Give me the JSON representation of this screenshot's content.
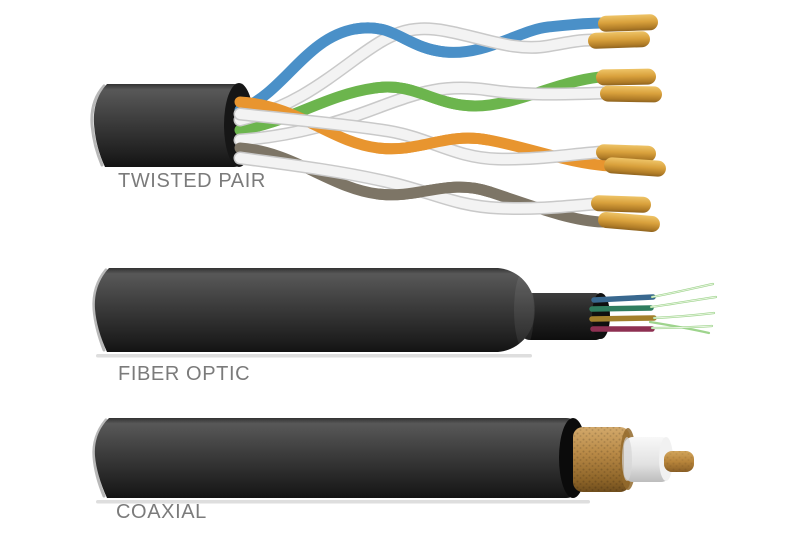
{
  "cables": {
    "twisted_pair": {
      "label": "TWISTED PAIR",
      "pairs": [
        "blue-white",
        "green-white",
        "orange-white",
        "brown-white"
      ],
      "tips": "gold stripped contact tips"
    },
    "fiber_optic": {
      "label": "FIBER OPTIC",
      "buffer_tubes": [
        "blue",
        "teal",
        "gold",
        "maroon"
      ],
      "strands": "light green fiber strands"
    },
    "coaxial": {
      "label": "COAXIAL",
      "layers": [
        "black-jacket",
        "braid-shield",
        "white-dielectric",
        "copper-core"
      ]
    }
  },
  "colors": {
    "label-text": "#7b7b7b",
    "jacket-dark": "#1a1a1a",
    "wire-blue": "#4a90c8",
    "wire-green": "#6cb54d",
    "wire-orange": "#e8952f",
    "wire-brown": "#7d7566",
    "wire-white": "#f3f3f3",
    "wire-white-edge": "#c9c9c9",
    "tip-gold": "#d9a13c",
    "fiber-blue": "#39688f",
    "fiber-teal": "#2f7d5f",
    "fiber-gold": "#a3802c",
    "fiber-maroon": "#8e3052",
    "fiber-strand-green": "#9ed48d",
    "coax-braid": "#b98a47",
    "coax-dielectric": "#e9e9e9",
    "coax-core": "#b8853b"
  }
}
